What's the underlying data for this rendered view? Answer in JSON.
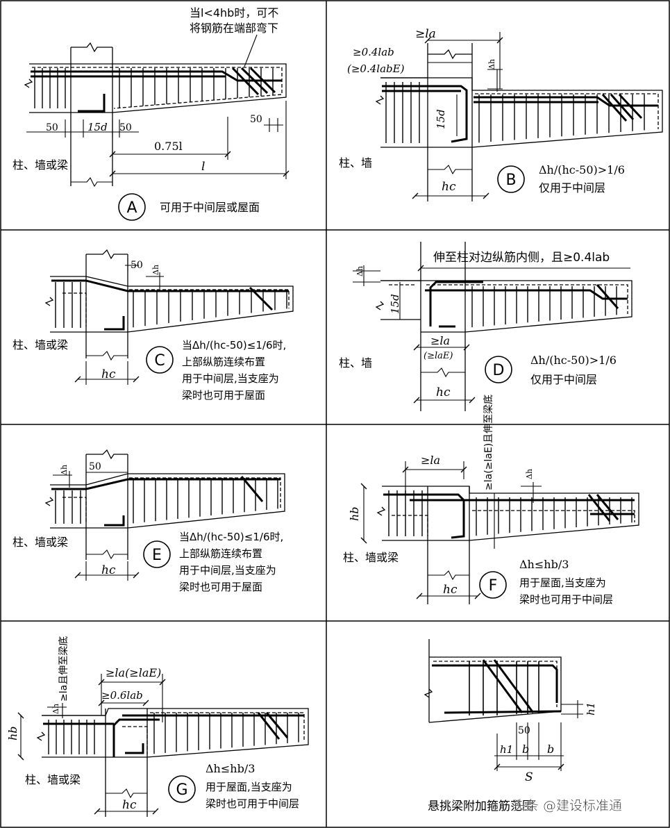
{
  "panels": {
    "A": {
      "letter": "A",
      "note_line1": "当l<4hb时，可不",
      "note_line2": "将钢筋在端部弯下",
      "dim_50_left": "50",
      "dim_15d": "15d",
      "dim_50_mid": "50",
      "dim_50_right": "50",
      "dim_075l": "0.75l",
      "dim_l": "l",
      "support_label": "柱、墙或梁",
      "caption": "可用于中间层或屋面"
    },
    "B": {
      "letter": "B",
      "dim_la": "≥la",
      "dim_04lab": "≥0.4lab",
      "dim_04labE": "(≥0.4labE)",
      "dim_15d": "15d",
      "dim_dh": "Δh",
      "support_label": "柱、墙",
      "dim_hc": "hc",
      "caption_line1": "Δh/(hc-50)>1/6",
      "caption_line2": "仅用于中间层"
    },
    "C": {
      "letter": "C",
      "dim_50": "50",
      "dim_dh": "Δh",
      "support_label": "柱、墙或梁",
      "dim_hc": "hc",
      "caption_line1": "当Δh/(hc-50)≤1/6时,",
      "caption_line2": "上部纵筋连续布置",
      "caption_line3": "用于中间层,当支座为",
      "caption_line4": "梁时也可用于屋面"
    },
    "D": {
      "letter": "D",
      "top_note": "伸至柱对边纵筋内侧，且≥0.4lab",
      "dim_dh": "Δh",
      "dim_15d": "15d",
      "dim_la": "≥la",
      "dim_laE": "(≥laE)",
      "support_label": "柱、墙",
      "dim_hc": "hc",
      "caption_line1": "Δh/(hc-50)>1/6",
      "caption_line2": "仅用于中间层"
    },
    "E": {
      "letter": "E",
      "dim_dh": "Δh",
      "dim_50": "50",
      "support_label": "柱、墙或梁",
      "dim_hc": "hc",
      "caption_line1": "当Δh/(hc-50)≤1/6时,",
      "caption_line2": "上部纵筋连续布置",
      "caption_line3": "用于中间层,当支座为",
      "caption_line4": "梁时也可用于屋面"
    },
    "F": {
      "letter": "F",
      "dim_la": "≥la",
      "vertical_note": "≥la(≥laE)且伸至梁底",
      "dim_dh": "Δh",
      "dim_hb": "hb",
      "support_label": "柱、墙或梁",
      "dim_hc": "hc",
      "caption_line1": "Δh≤hb/3",
      "caption_line2": "用于屋面,当支座为",
      "caption_line3": "梁时也可用于中间层"
    },
    "G": {
      "letter": "G",
      "vertical_note": "≥la且伸至梁底",
      "dim_dh": "Δh",
      "dim_la": "≥la(≥laE)",
      "dim_06lab": "≥0.6lab",
      "dim_hb": "hb",
      "support_label": "柱、墙或梁",
      "dim_hc": "hc",
      "caption_line1": "Δh≤hb/3",
      "caption_line2": "用于屋面,当支座为",
      "caption_line3": "梁时也可用于中间层"
    },
    "S": {
      "dim_h1": "h1",
      "dim_50": "50",
      "dim_h1_bottom": "h1",
      "dim_b1": "b",
      "dim_b2": "b",
      "dim_S": "S",
      "caption": "悬挑梁附加箍筋范围",
      "watermark": "头条 @建设标准通"
    }
  }
}
